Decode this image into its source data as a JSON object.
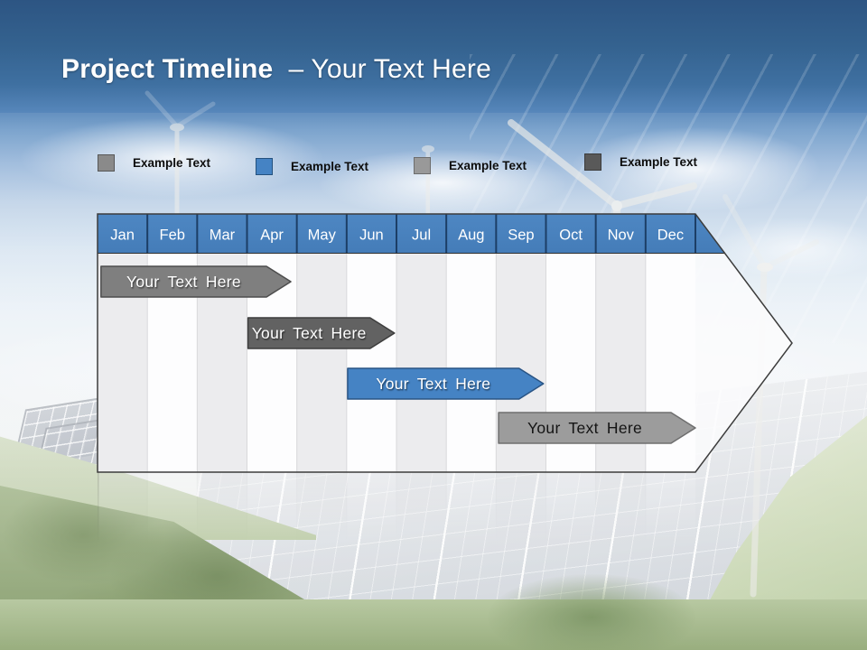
{
  "slide": {
    "title_bold": "Project Timeline",
    "title_rest": "– Your Text Here"
  },
  "legend": {
    "items": [
      {
        "label": "Example Text",
        "color": "#8a8a8a",
        "border": "#575757"
      },
      {
        "label": "Example Text",
        "color": "#4583c4",
        "border": "#24517e"
      },
      {
        "label": "Example Text",
        "color": "#999999",
        "border": "#6d6d6d"
      },
      {
        "label": "Example Text",
        "color": "#595959",
        "border": "#3c3c3c"
      }
    ]
  },
  "chart_data": {
    "type": "timeline",
    "categories": [
      "Jan",
      "Feb",
      "Mar",
      "Apr",
      "May",
      "Jun",
      "Jul",
      "Aug",
      "Sep",
      "Oct",
      "Nov",
      "Dec"
    ],
    "bars": [
      {
        "label": "Your Text Here",
        "start": 0.07,
        "end": 3.88,
        "fill": "#7f7f7f",
        "stroke": "#4d4d4d",
        "text_color": "#ffffff"
      },
      {
        "label": "Your Text Here",
        "start": 3.02,
        "end": 5.96,
        "fill": "#626262",
        "stroke": "#3d3d3d",
        "text_color": "#ffffff"
      },
      {
        "label": "Your Text Here",
        "start": 5.02,
        "end": 8.95,
        "fill": "#4583c4",
        "stroke": "#295484",
        "text_color": "#ffffff"
      },
      {
        "label": "Your Text Here",
        "start": 8.05,
        "end": 12.0,
        "fill": "#9c9c9c",
        "stroke": "#6e6e6e",
        "text_color": "#141414"
      }
    ],
    "header_color": "#447cb8",
    "header_color_light": "#4e87c3",
    "header_separator_color": "#1c3e66",
    "column_alt_color": "#ebebed",
    "column_light_color": "#fdfdfe",
    "outline_color": "#3c3c3c",
    "legend_position": "top",
    "grid": "alternating-columns",
    "axis_range_months": [
      0,
      12
    ]
  }
}
